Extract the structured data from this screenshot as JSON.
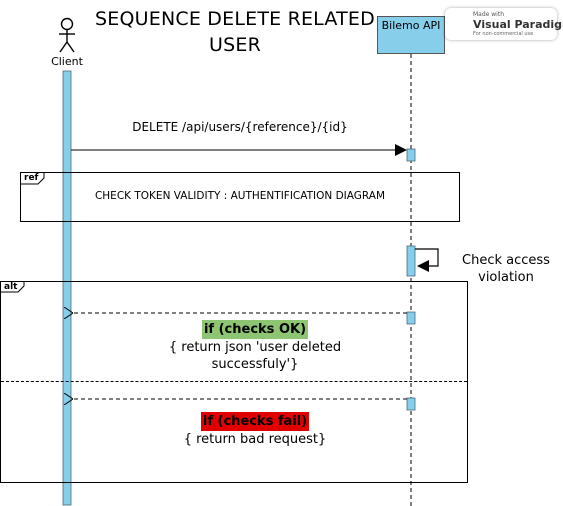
{
  "title": {
    "line1": "SEQUENCE DELETE RELATED",
    "line2": "USER"
  },
  "lifelines": {
    "client": "Client",
    "api": "Bilemo API"
  },
  "badge": {
    "made_with": "Made with",
    "brand": "Visual Paradigm",
    "note": "For non-commercial use"
  },
  "messages": {
    "delete_request": "DELETE /api/users/{reference}/{id}"
  },
  "ref_fragment": {
    "tag": "ref",
    "text": "CHECK TOKEN VALIDITY : AUTHENTIFICATION DIAGRAM"
  },
  "self_message": {
    "line1": "Check access",
    "line2": "violation"
  },
  "alt_fragment": {
    "tag": "alt",
    "ok": {
      "condition": "if (checks OK)",
      "line1": "{ return json 'user deleted",
      "line2": "successfuly'}"
    },
    "fail": {
      "condition": "if (checks fail)",
      "line1": "{ return bad request}"
    }
  },
  "colors": {
    "lifeline_fill": "#87ceeb",
    "ok_highlight": "#8dc572",
    "fail_highlight": "#e00000"
  }
}
